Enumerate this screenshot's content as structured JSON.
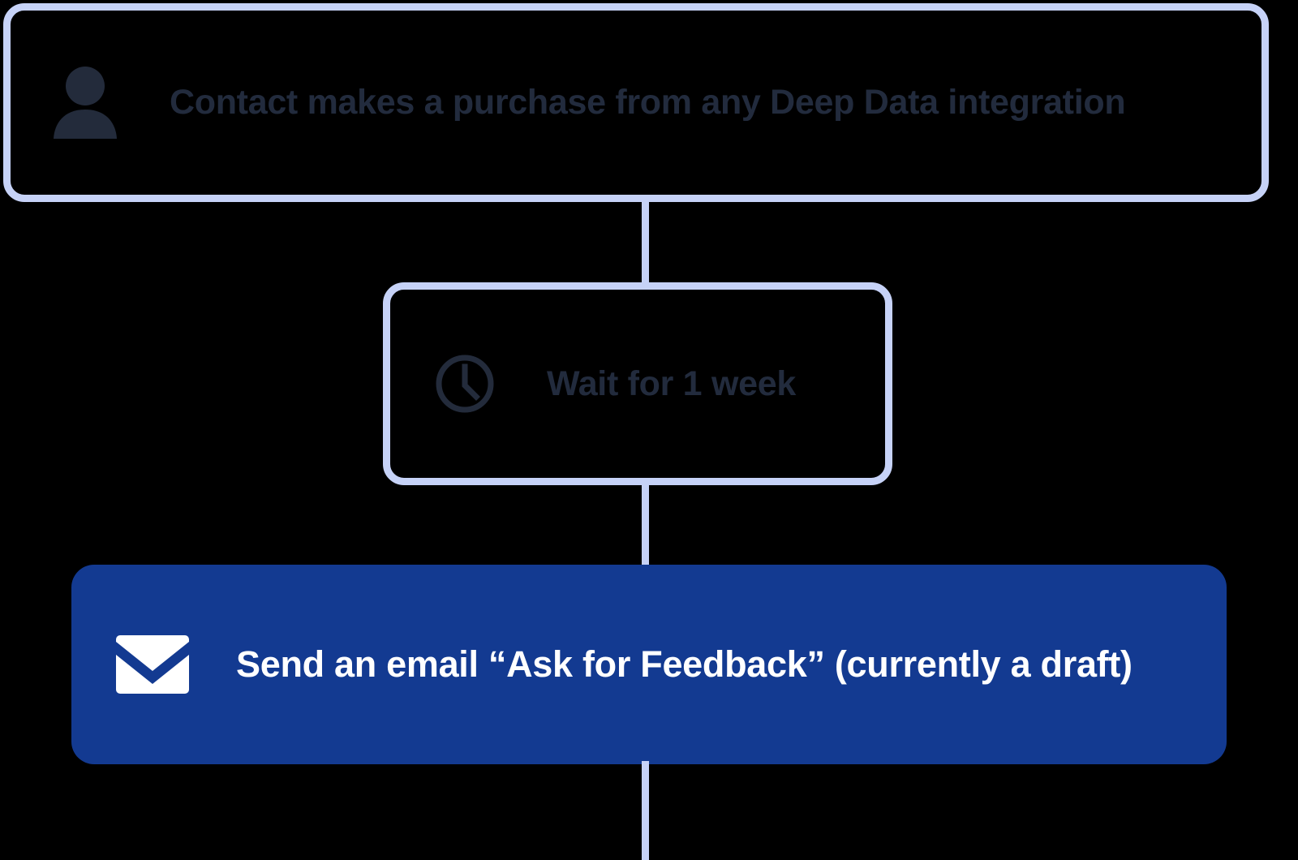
{
  "workflow": {
    "background_color": "#000000",
    "accent_color": "#c6d2f7",
    "filled_node_color": "#133a91",
    "outlined_text_color": "#222b3d",
    "filled_text_color": "#ffffff",
    "nodes": [
      {
        "id": "trigger",
        "type": "trigger",
        "style": "outlined",
        "icon": "person-icon",
        "label": "Contact makes a purchase from any Deep Data integration"
      },
      {
        "id": "wait",
        "type": "delay",
        "style": "outlined",
        "icon": "clock-icon",
        "label": "Wait for 1 week"
      },
      {
        "id": "email",
        "type": "action",
        "style": "filled",
        "icon": "envelope-icon",
        "label": "Send an email “Ask for Feedback” (currently a draft)"
      }
    ],
    "connectors": [
      {
        "id": "connector-trigger-to-wait",
        "from": "trigger",
        "to": "wait"
      },
      {
        "id": "connector-wait-to-email",
        "from": "wait",
        "to": "email"
      },
      {
        "id": "connector-email-to-next",
        "from": "email",
        "to": null
      }
    ]
  }
}
